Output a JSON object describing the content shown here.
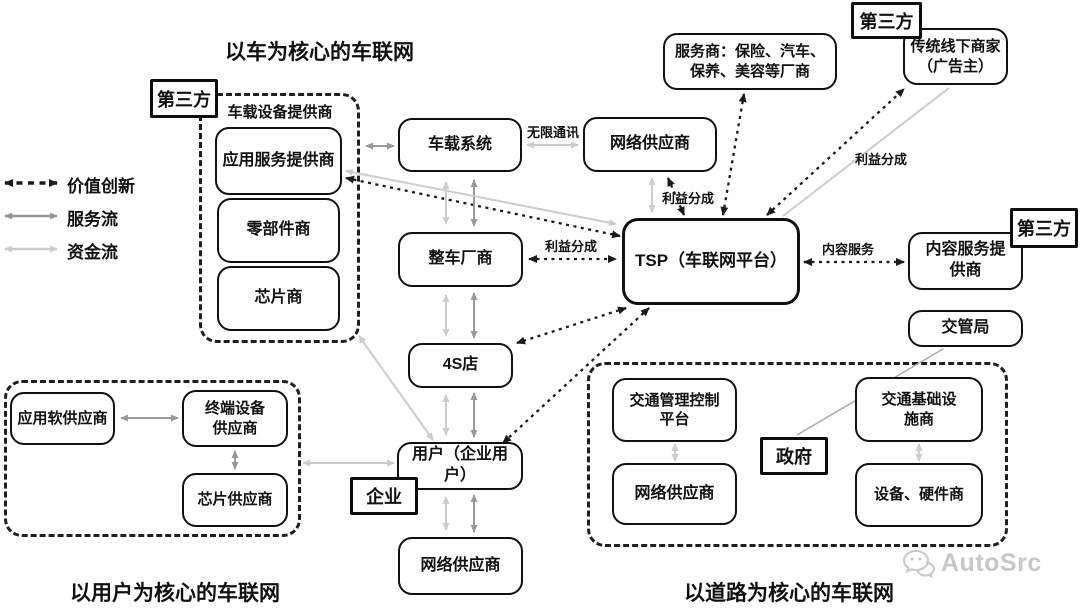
{
  "titles": {
    "car_core": "以车为核心的车联网",
    "user_core": "以用户为核心的车联网",
    "road_core": "以道路为核心的车联网"
  },
  "legend": [
    {
      "label": "价值创新",
      "line_style": "dashed-black"
    },
    {
      "label": "服务流",
      "line_style": "solid-gray"
    },
    {
      "label": "资金流",
      "line_style": "solid-lightgray"
    }
  ],
  "tags": {
    "third_party_left": "第三方",
    "third_party_top": "第三方",
    "third_party_right": "第三方",
    "enterprise": "企业",
    "government": "政府"
  },
  "containers": {
    "vehicle_device_provider_label": "车载设备提供商"
  },
  "nodes": {
    "app_service": {
      "label": "应用服务提供商"
    },
    "parts": {
      "label": "零部件商"
    },
    "chip_maker": {
      "label": "芯片商"
    },
    "car_system": {
      "label": "车载系统"
    },
    "network_top": {
      "label": "网络供应商"
    },
    "servicers": {
      "label": "服务商：保险、汽车、\n保养、美容等厂商"
    },
    "offline_merchant": {
      "label": "传统线下商家\n（广告主）"
    },
    "tsp": {
      "label": "TSP（车联网平台）"
    },
    "content_provider": {
      "label": "内容服务提\n供商"
    },
    "traffic_bureau": {
      "label": "交管局"
    },
    "oem": {
      "label": "整车厂商"
    },
    "shop_4s": {
      "label": "4S店"
    },
    "user": {
      "label": "用户（企业用户）"
    },
    "network_bottom": {
      "label": "网络供应商"
    },
    "app_soft": {
      "label": "应用软供应商"
    },
    "terminal_device": {
      "label": "终端设备\n供应商"
    },
    "chip_supplier": {
      "label": "芯片供应商"
    },
    "traffic_mgmt": {
      "label": "交通管理控制\n平台"
    },
    "network_road": {
      "label": "网络供应商"
    },
    "infra": {
      "label": "交通基础设\n施商"
    },
    "hardware": {
      "label": "设备、硬件商"
    }
  },
  "edge_labels": {
    "wireless": "无限通讯",
    "profit_share_network": "利益分成",
    "profit_share_oem": "利益分成",
    "profit_share_ad": "利益分成",
    "content_service": "内容服务"
  },
  "logo": {
    "text": "AutoSrc"
  },
  "colors": {
    "value_innovation": "#1a1a1a",
    "service_flow": "#999999",
    "money_flow": "#cccccc"
  }
}
